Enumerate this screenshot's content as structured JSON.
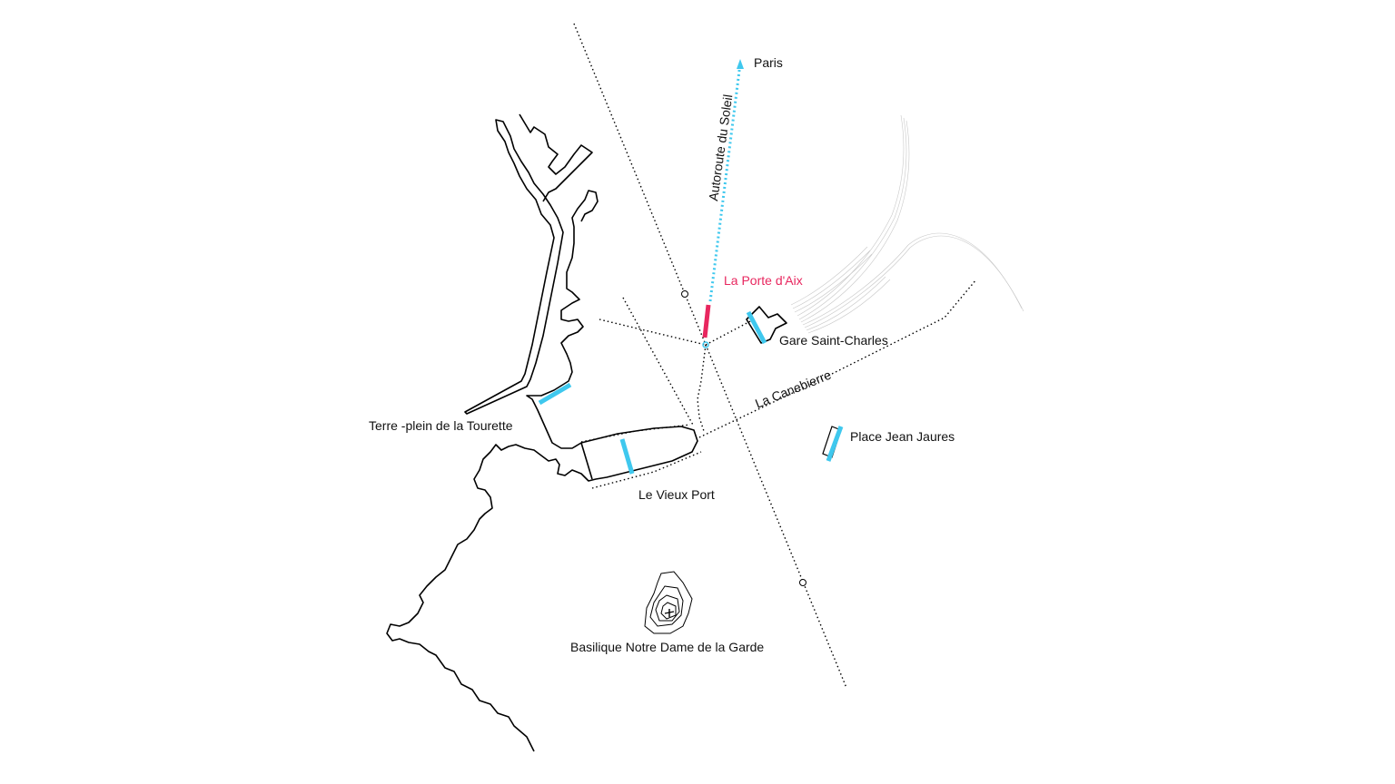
{
  "colors": {
    "cyan": "#3fc8ee",
    "magenta": "#e8275f",
    "ink": "#000000"
  },
  "labels": {
    "paris": "Paris",
    "autoroute": "Autoroute du Soleil",
    "porte_aix": "La Porte d'Aix",
    "gare": "Gare Saint-Charles",
    "canebiere": "La Canebierre",
    "terre_plein": "Terre -plein de la Tourette",
    "place_jean_jaures": "Place Jean Jaures",
    "vieux_port": "Le Vieux Port",
    "basilique": "Basilique Notre Dame de la Garde"
  }
}
